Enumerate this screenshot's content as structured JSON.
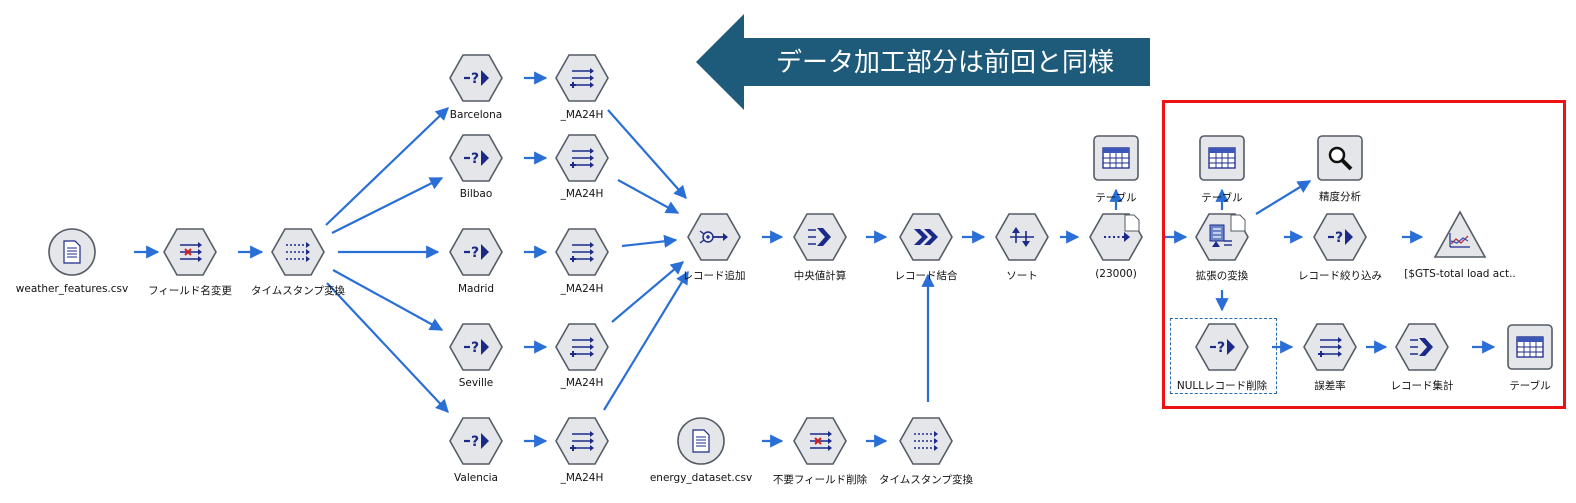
{
  "banner": {
    "text": "データ加工部分は前回と同様",
    "color": "#1e5b7a"
  },
  "colors": {
    "arrow": "#2a6fd6",
    "node_fill": "#e4e6ea",
    "node_stroke": "#555c66",
    "glyph": "#1b2a88",
    "highlight": "#ee1111"
  },
  "nodes": [
    {
      "id": "n_weather",
      "name": "weather-features-source-node",
      "shape": "circle",
      "glyph": "csv-file-icon",
      "label": "weather_features.csv"
    },
    {
      "id": "n_rename",
      "name": "field-rename-node",
      "shape": "hex",
      "glyph": "filter-fields-icon",
      "label": "フィールド名変更"
    },
    {
      "id": "n_ts1",
      "name": "timestamp-convert-node",
      "shape": "hex",
      "glyph": "derive-fields-icon",
      "label": "タイムスタンプ変換"
    },
    {
      "id": "n_barcelona",
      "name": "barcelona-select-node",
      "shape": "hex",
      "glyph": "select-icon",
      "label": "Barcelona"
    },
    {
      "id": "n_bilbao",
      "name": "bilbao-select-node",
      "shape": "hex",
      "glyph": "select-icon",
      "label": "Bilbao"
    },
    {
      "id": "n_madrid",
      "name": "madrid-select-node",
      "shape": "hex",
      "glyph": "select-icon",
      "label": "Madrid"
    },
    {
      "id": "n_seville",
      "name": "seville-select-node",
      "shape": "hex",
      "glyph": "select-icon",
      "label": "Seville"
    },
    {
      "id": "n_valencia",
      "name": "valencia-select-node",
      "shape": "hex",
      "glyph": "select-icon",
      "label": "Valencia"
    },
    {
      "id": "n_ma1",
      "name": "barcelona-ma24h-node",
      "shape": "hex",
      "glyph": "derive-icon",
      "label": "_MA24H"
    },
    {
      "id": "n_ma2",
      "name": "bilbao-ma24h-node",
      "shape": "hex",
      "glyph": "derive-icon",
      "label": "_MA24H"
    },
    {
      "id": "n_ma3",
      "name": "madrid-ma24h-node",
      "shape": "hex",
      "glyph": "derive-icon",
      "label": "_MA24H"
    },
    {
      "id": "n_ma4",
      "name": "seville-ma24h-node",
      "shape": "hex",
      "glyph": "derive-icon",
      "label": "_MA24H"
    },
    {
      "id": "n_ma5",
      "name": "valencia-ma24h-node",
      "shape": "hex",
      "glyph": "derive-icon",
      "label": "_MA24H"
    },
    {
      "id": "n_append",
      "name": "record-append-node",
      "shape": "hex",
      "glyph": "append-icon",
      "label": "レコード追加"
    },
    {
      "id": "n_median",
      "name": "median-calc-node",
      "shape": "hex",
      "glyph": "aggregate-icon",
      "label": "中央値計算"
    },
    {
      "id": "n_merge",
      "name": "record-merge-node",
      "shape": "hex",
      "glyph": "merge-icon",
      "label": "レコード結合"
    },
    {
      "id": "n_sort",
      "name": "sort-node",
      "shape": "hex",
      "glyph": "sort-icon",
      "label": "ソート"
    },
    {
      "id": "n_23000",
      "name": "sample-23000-node",
      "shape": "hex",
      "glyph": "sample-icon",
      "label": "(23000)"
    },
    {
      "id": "n_table1",
      "name": "table-output-1-node",
      "shape": "square",
      "glyph": "table-icon",
      "label": "テーブル"
    },
    {
      "id": "n_energy",
      "name": "energy-dataset-source-node",
      "shape": "circle",
      "glyph": "csv-file-icon",
      "label": "energy_dataset.csv"
    },
    {
      "id": "n_dropfield",
      "name": "drop-unneeded-fields-node",
      "shape": "hex",
      "glyph": "filter-fields-icon",
      "label": "不要フィールド削除"
    },
    {
      "id": "n_ts2",
      "name": "energy-timestamp-convert-node",
      "shape": "hex",
      "glyph": "derive-fields-icon",
      "label": "タイムスタンプ変換"
    },
    {
      "id": "n_ext",
      "name": "extension-transform-node",
      "shape": "hex",
      "glyph": "extension-transform-icon",
      "label": "拡張の変換"
    },
    {
      "id": "n_table2",
      "name": "table-output-2-node",
      "shape": "square",
      "glyph": "table-icon",
      "label": "テーブル"
    },
    {
      "id": "n_analysis",
      "name": "accuracy-analysis-node",
      "shape": "square",
      "glyph": "magnifier-icon",
      "label": "精度分析"
    },
    {
      "id": "n_filter",
      "name": "record-filter-node",
      "shape": "hex",
      "glyph": "select-icon",
      "label": "レコード絞り込み"
    },
    {
      "id": "n_plot",
      "name": "time-plot-node",
      "shape": "triangle",
      "glyph": "timeplot-icon",
      "label": "[$GTS-total load act.."
    },
    {
      "id": "n_null",
      "name": "null-record-delete-node",
      "shape": "hex",
      "glyph": "select-icon",
      "label": "NULLレコード削除"
    },
    {
      "id": "n_error",
      "name": "error-rate-node",
      "shape": "hex",
      "glyph": "derive-icon",
      "label": "誤差率"
    },
    {
      "id": "n_agg",
      "name": "record-aggregate-node",
      "shape": "hex",
      "glyph": "aggregate-icon",
      "label": "レコード集計"
    },
    {
      "id": "n_table3",
      "name": "table-output-3-node",
      "shape": "square",
      "glyph": "table-icon",
      "label": "テーブル"
    }
  ]
}
